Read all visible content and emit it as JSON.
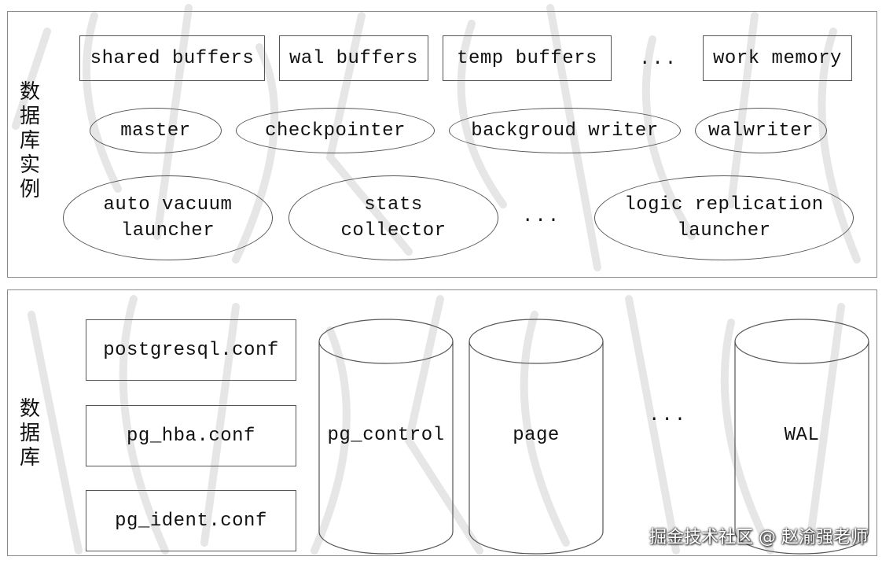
{
  "instance": {
    "side_label": [
      "数",
      "据",
      "库",
      "实",
      "例"
    ],
    "memory": {
      "shared_buffers": "shared buffers",
      "wal_buffers": "wal buffers",
      "temp_buffers": "temp buffers",
      "ellipsis": "...",
      "work_memory": "work memory"
    },
    "processes_row1": {
      "master": "master",
      "checkpointer": "checkpointer",
      "background_writer": "backgroud writer",
      "walwriter": "walwriter"
    },
    "processes_row2": {
      "autovacuum_line1": "auto vacuum",
      "autovacuum_line2": "launcher",
      "stats_line1": "stats",
      "stats_line2": "collector",
      "ellipsis": "...",
      "logic_line1": "logic replication",
      "logic_line2": "launcher"
    }
  },
  "database": {
    "side_label": [
      "数",
      "据",
      "库"
    ],
    "configs": {
      "postgresql": "postgresql.conf",
      "pg_hba": "pg_hba.conf",
      "pg_ident": "pg_ident.conf"
    },
    "storage": {
      "pg_control": "pg_control",
      "page": "page",
      "ellipsis": "...",
      "wal": "WAL"
    }
  },
  "credit": "掘金技术社区 @ 赵渝强老师"
}
